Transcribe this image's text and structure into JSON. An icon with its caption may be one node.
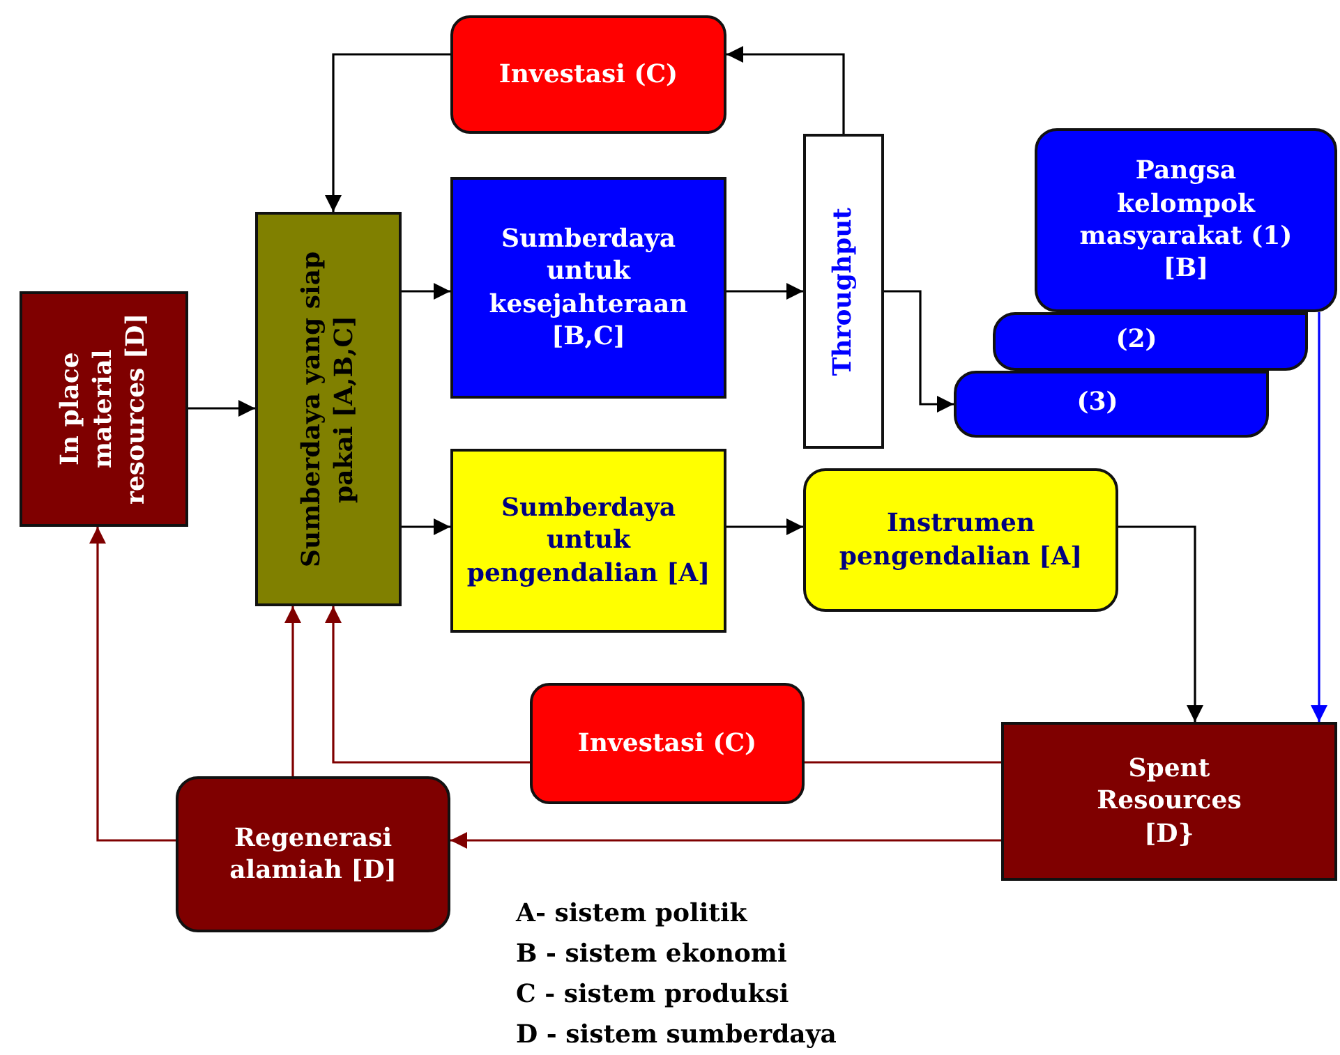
{
  "diagram": {
    "nodes": [
      {
        "text": [
          "Investasi (C)"
        ]
      },
      {
        "text": [
          "Sumberdaya yang siap pakai [A,B,C]"
        ]
      },
      {
        "text": [
          "In place material resources [D]"
        ]
      },
      {
        "text": [
          "Sumberdaya untuk kesejahteraan [B,C]"
        ]
      },
      {
        "text": [
          "Throughput"
        ]
      },
      {
        "text": [
          "Pangsa kelompok masyarakat (1) [B]"
        ]
      },
      {
        "text": [
          "(2)"
        ]
      },
      {
        "text": [
          "(3)"
        ]
      },
      {
        "text": [
          "Sumberdaya untuk pengendalian [A]"
        ]
      },
      {
        "text": [
          "Instrumen pengendalian [A]"
        ]
      },
      {
        "text": [
          "Investasi (C)"
        ]
      },
      {
        "text": [
          "Spent Resources [D}"
        ]
      },
      {
        "text": [
          "Regenerasi alamiah [D]"
        ]
      }
    ],
    "edges": [
      {
        "from": 4,
        "to": 0,
        "arrow": "to"
      },
      {
        "from": 0,
        "to": 1,
        "arrow": "to"
      },
      {
        "from": 2,
        "to": 1,
        "arrow": "to"
      },
      {
        "from": 1,
        "to": 3,
        "arrow": "to"
      },
      {
        "from": 1,
        "to": 8,
        "arrow": "to"
      },
      {
        "from": 3,
        "to": 4,
        "arrow": "to"
      },
      {
        "from": 4,
        "to": 7,
        "arrow": "to"
      },
      {
        "from": 8,
        "to": 9,
        "arrow": "to"
      },
      {
        "from": 9,
        "to": 11,
        "arrow": "to"
      },
      {
        "from": 5,
        "to": 11,
        "arrow": "to",
        "color": "#0000ff"
      },
      {
        "from": 11,
        "to": 10,
        "arrow": "none",
        "color": "#7f0000"
      },
      {
        "from": 10,
        "to": 1,
        "arrow": "to",
        "color": "#7f0000"
      },
      {
        "from": 11,
        "to": 12,
        "arrow": "to",
        "color": "#7f0000"
      },
      {
        "from": 12,
        "to": 1,
        "arrow": "to",
        "color": "#7f0000"
      },
      {
        "from": 12,
        "to": 2,
        "arrow": "to",
        "color": "#7f0000"
      }
    ],
    "labels": [
      "A- sistem politik",
      "B - sistem ekonomi",
      "C - sistem produksi",
      "D - sistem sumberdaya"
    ]
  }
}
